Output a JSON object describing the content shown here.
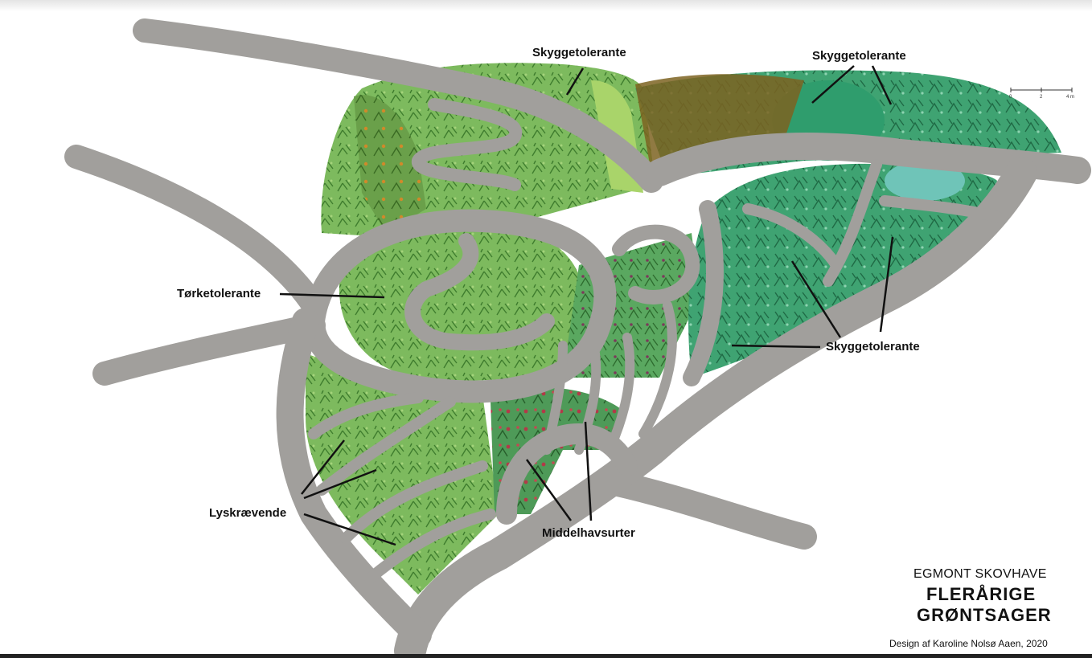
{
  "callouts": {
    "skygge_top_mid": "Skyggetolerante",
    "skygge_top_right": "Skyggetolerante",
    "torke": "Tørketolerante",
    "skygge_right": "Skyggetolerante",
    "lys": "Lyskrævende",
    "middelhav": "Middelhavsurter"
  },
  "title_block": {
    "line1": "EGMONT SKOVHAVE",
    "line2": "FLERÅRIGE",
    "line3": "GRØNTSAGER"
  },
  "credit": "Design af Karoline Nolsø Aaen, 2020",
  "scale_bar": {
    "labels": [
      "0",
      "2",
      "4 m"
    ]
  },
  "colors": {
    "path": "#a19f9c",
    "bed_green": "#6fae55",
    "shade_green": "#2f9d6d",
    "terrace_brown": "#7d6321"
  }
}
